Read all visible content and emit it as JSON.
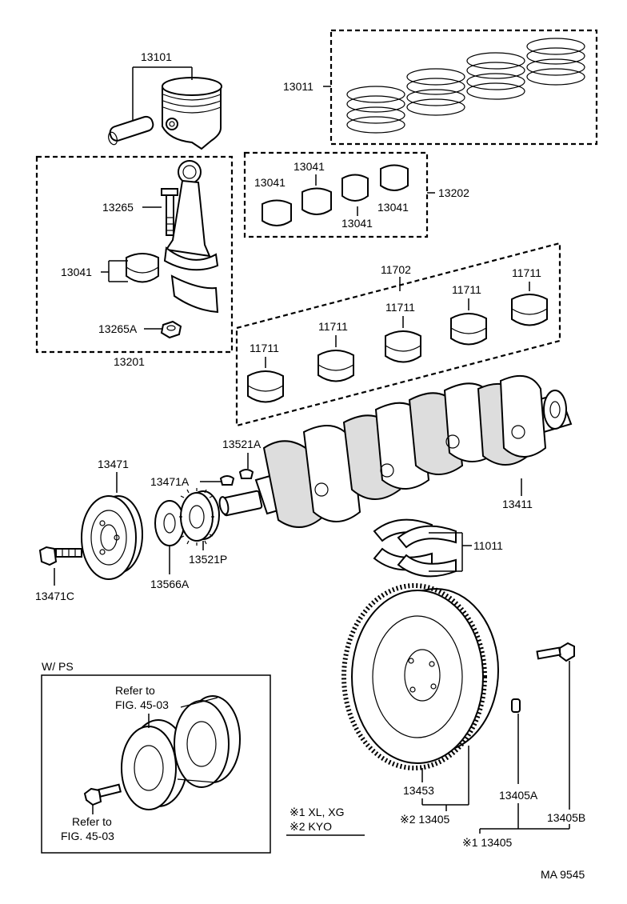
{
  "part_numbers": {
    "p13101": "13101",
    "p13011": "13011",
    "p13265": "13265",
    "p13041_a": "13041",
    "p13265a": "13265A",
    "p13201": "13201",
    "p13041_b": "13041",
    "p13041_c": "13041",
    "p13041_d": "13041",
    "p13041_e": "13041",
    "p13202": "13202",
    "p11702": "11702",
    "p11711_a": "11711",
    "p11711_b": "11711",
    "p11711_c": "11711",
    "p11711_d": "11711",
    "p11711_e": "11711",
    "p13521a": "13521A",
    "p13471": "13471",
    "p13471a": "13471A",
    "p13411": "13411",
    "p11011": "11011",
    "p13471c": "13471C",
    "p13566a": "13566A",
    "p13521p": "13521P",
    "p13453": "13453",
    "p13405a": "13405A",
    "p13405b": "13405B",
    "p13405_2": "※2 13405",
    "p13405_1": "※1 13405"
  },
  "wps_box": {
    "title": "W/ PS",
    "refer_top_line1": "Refer to",
    "refer_top_line2": "FIG. 45-03",
    "refer_bottom_line1": "Refer to",
    "refer_bottom_line2": "FIG. 45-03"
  },
  "legend": {
    "note1": "※1 XL, XG",
    "note2": "※2 KYO"
  },
  "figure_code": "MA 9545"
}
